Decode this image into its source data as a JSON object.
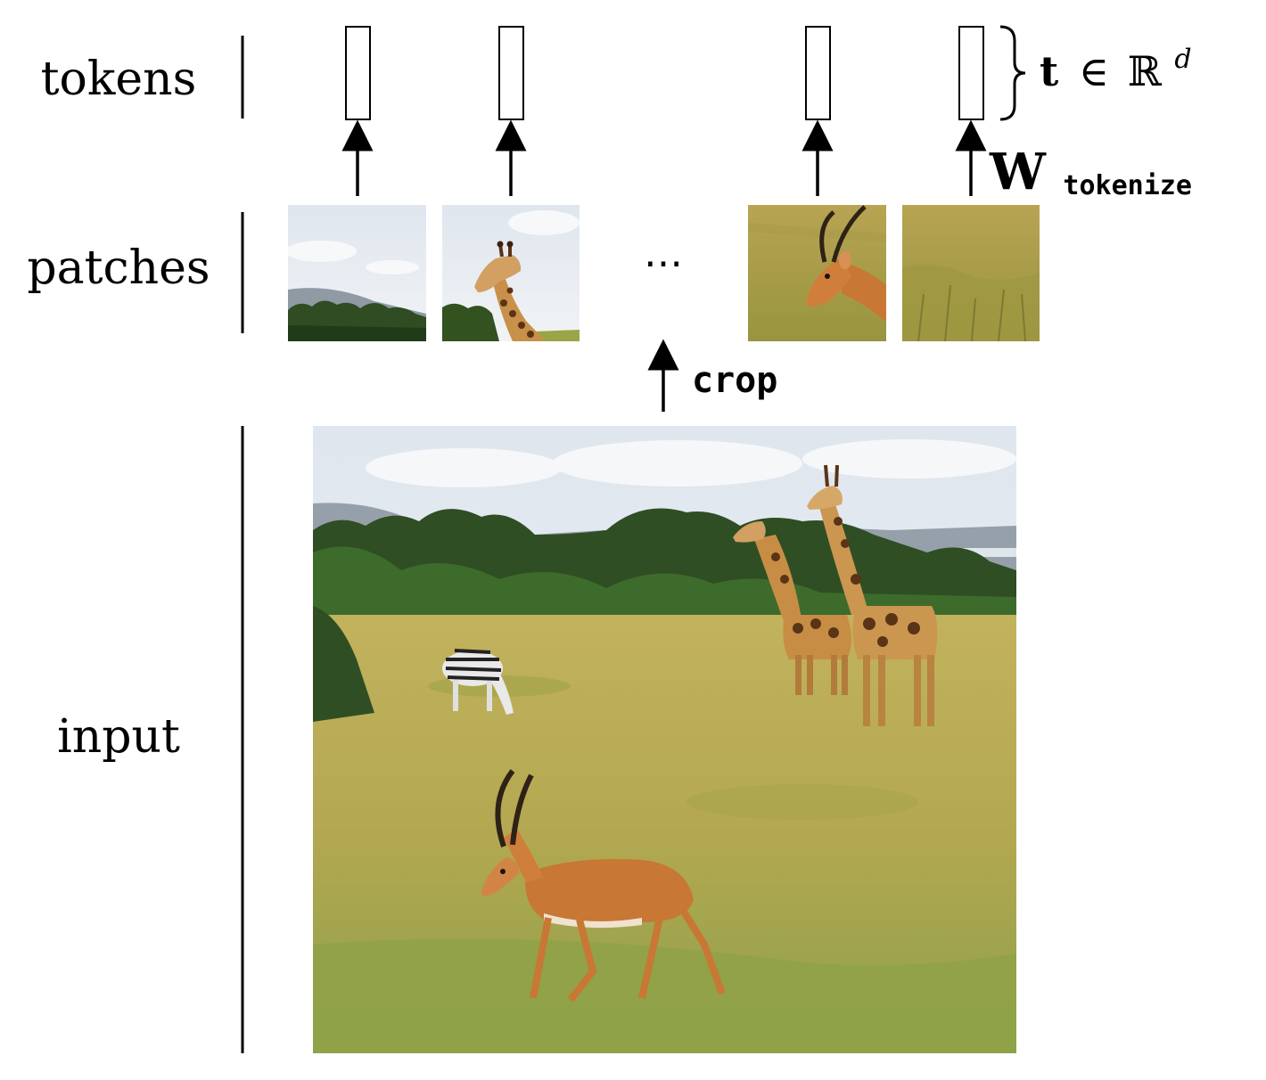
{
  "rows": {
    "tokens": "tokens",
    "patches": "patches",
    "input": "input"
  },
  "ellipsis": "⋯",
  "crop_label": "crop",
  "token_annotation": {
    "symbol_t": "t",
    "element_of": "∈",
    "reals": "ℝ",
    "dim": "d"
  },
  "weight_label": {
    "symbol": "W",
    "subscript": "tokenize"
  },
  "colors": {
    "sky": "#e7edf2",
    "hills": "#8a96a2",
    "trees": "#2f4e24",
    "grass": "#b5a552",
    "grass_dark": "#8f8d3d",
    "giraffe": "#c78d45",
    "giraffe_spot": "#5a3416",
    "impala": "#c97734",
    "zebra": "#e8e8e8"
  },
  "patches": [
    "sky-treeline-patch",
    "giraffe-head-patch",
    "impala-head-patch",
    "grass-patch"
  ],
  "tokens": [
    "token-1",
    "token-2",
    "token-3",
    "token-4"
  ]
}
